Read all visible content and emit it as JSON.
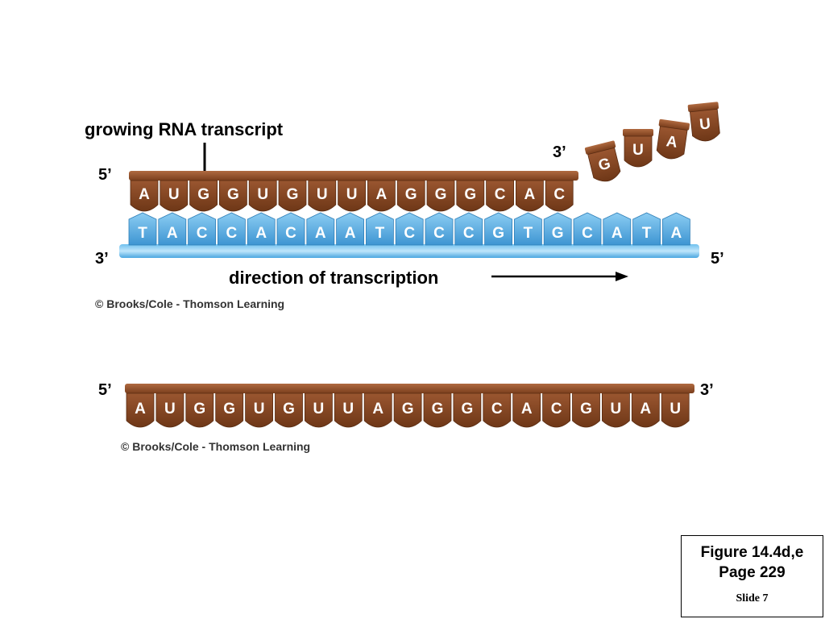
{
  "top_panel": {
    "rna_label": "growing RNA transcript",
    "rna_5prime": "5’",
    "rna_3prime": "3’",
    "dna_3prime": "3’",
    "dna_5prime": "5’",
    "direction_label": "direction of transcription",
    "rna_bases": [
      "A",
      "U",
      "G",
      "G",
      "U",
      "G",
      "U",
      "U",
      "A",
      "G",
      "G",
      "G",
      "C",
      "A",
      "C"
    ],
    "dna_bases": [
      "T",
      "A",
      "C",
      "C",
      "A",
      "C",
      "A",
      "A",
      "T",
      "C",
      "C",
      "C",
      "G",
      "T",
      "G",
      "C",
      "A",
      "T",
      "A"
    ],
    "free_nucleotides": [
      "G",
      "U",
      "A",
      "U"
    ],
    "credit": "© Brooks/Cole - Thomson Learning"
  },
  "bottom_panel": {
    "rna_5prime": "5’",
    "rna_3prime": "3’",
    "rna_bases": [
      "A",
      "U",
      "G",
      "G",
      "U",
      "G",
      "U",
      "U",
      "A",
      "G",
      "G",
      "G",
      "C",
      "A",
      "C",
      "G",
      "U",
      "A",
      "U"
    ],
    "credit": "© Brooks/Cole - Thomson Learning"
  },
  "figure_box": {
    "figure": "Figure 14.4d,e",
    "page": "Page 229",
    "slide": "Slide 7"
  },
  "colors": {
    "rna": "#8a4a26",
    "rna_dark": "#6a3418",
    "dna": "#4aa6e0",
    "dna_light": "#9fd3f5"
  }
}
